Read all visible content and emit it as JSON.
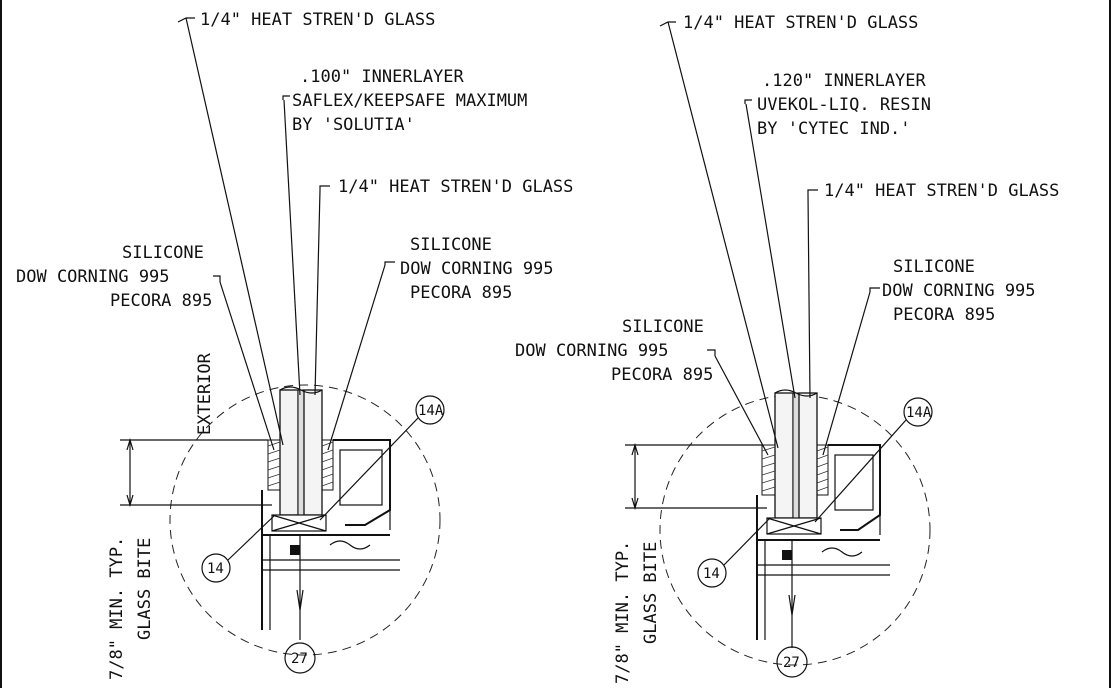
{
  "left": {
    "glass_top": "1/4\" HEAT STREN'D GLASS",
    "innerlayer": [
      ".100\" INNERLAYER",
      "SAFLEX/KEEPSAFE MAXIMUM",
      "BY 'SOLUTIA'"
    ],
    "glass_inner": "1/4\" HEAT STREN'D GLASS",
    "silicone_right": [
      "SILICONE",
      "DOW CORNING 995",
      "PECORA 895"
    ],
    "silicone_left": [
      "SILICONE",
      "DOW CORNING 995",
      "PECORA 895"
    ],
    "exterior": "EXTERIOR",
    "tag_14a": "14A",
    "tag_14": "14",
    "tag_27": "27",
    "dim_label": "7/8\" MIN. TYP.",
    "dim_label2": "GLASS BITE"
  },
  "right": {
    "glass_top": "1/4\" HEAT STREN'D GLASS",
    "innerlayer": [
      ".120\" INNERLAYER",
      "UVEKOL-LIQ. RESIN",
      "BY 'CYTEC IND.'"
    ],
    "glass_inner": "1/4\" HEAT STREN'D GLASS",
    "silicone_right": [
      "SILICONE",
      "DOW CORNING 995",
      "PECORA 895"
    ],
    "silicone_left": [
      "SILICONE",
      "DOW CORNING 995",
      "PECORA 895"
    ],
    "tag_14a": "14A",
    "tag_14": "14",
    "tag_27": "27",
    "dim_label": "7/8\" MIN. TYP.",
    "dim_label2": "GLASS BITE"
  }
}
